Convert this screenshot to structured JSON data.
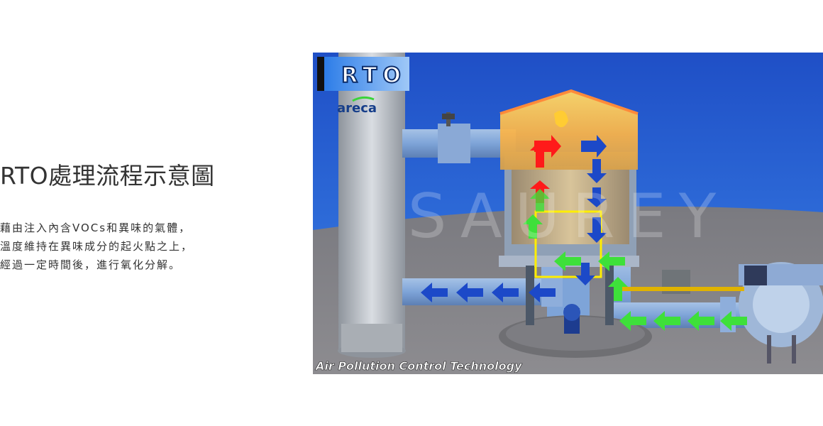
{
  "content": {
    "title": "RTO處理流程示意圖",
    "description_lines": [
      "藉由注入內含VOCs和異味的氣體，",
      "溫度維持在異味成分的起火點之上，",
      "經過一定時間後，進行氧化分解。"
    ]
  },
  "illustration": {
    "badge_label": "RTO",
    "brand_logo": "areca",
    "watermark": "SAUREY",
    "caption": "Air Pollution Control Technology",
    "icons": {
      "inflow_arrow": "green-arrow-icon",
      "outflow_arrow": "blue-arrow-icon",
      "hot_arrow": "red-arrow-icon"
    },
    "colors": {
      "sky": "#1c4fc4",
      "ground": "#7f7e84",
      "flame": "#ffc94a",
      "highlight_box": "#ffee00",
      "inflow": "#3ee03a",
      "outflow": "#1c49c8",
      "hot": "#ff1a1a"
    }
  }
}
